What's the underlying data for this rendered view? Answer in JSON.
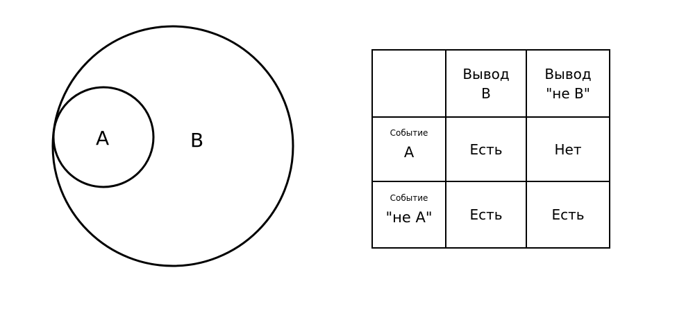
{
  "venn": {
    "label_a": "A",
    "label_b": "B"
  },
  "table": {
    "col_headers": [
      {
        "line1": "Вывод",
        "line2": "B"
      },
      {
        "line1": "Вывод",
        "line2": "\"не B\""
      }
    ],
    "rows": [
      {
        "title": "Событие",
        "subject": "A",
        "cells": [
          "Есть",
          "Нет"
        ]
      },
      {
        "title": "Событие",
        "subject": "\"не A\"",
        "cells": [
          "Есть",
          "Есть"
        ]
      }
    ]
  }
}
